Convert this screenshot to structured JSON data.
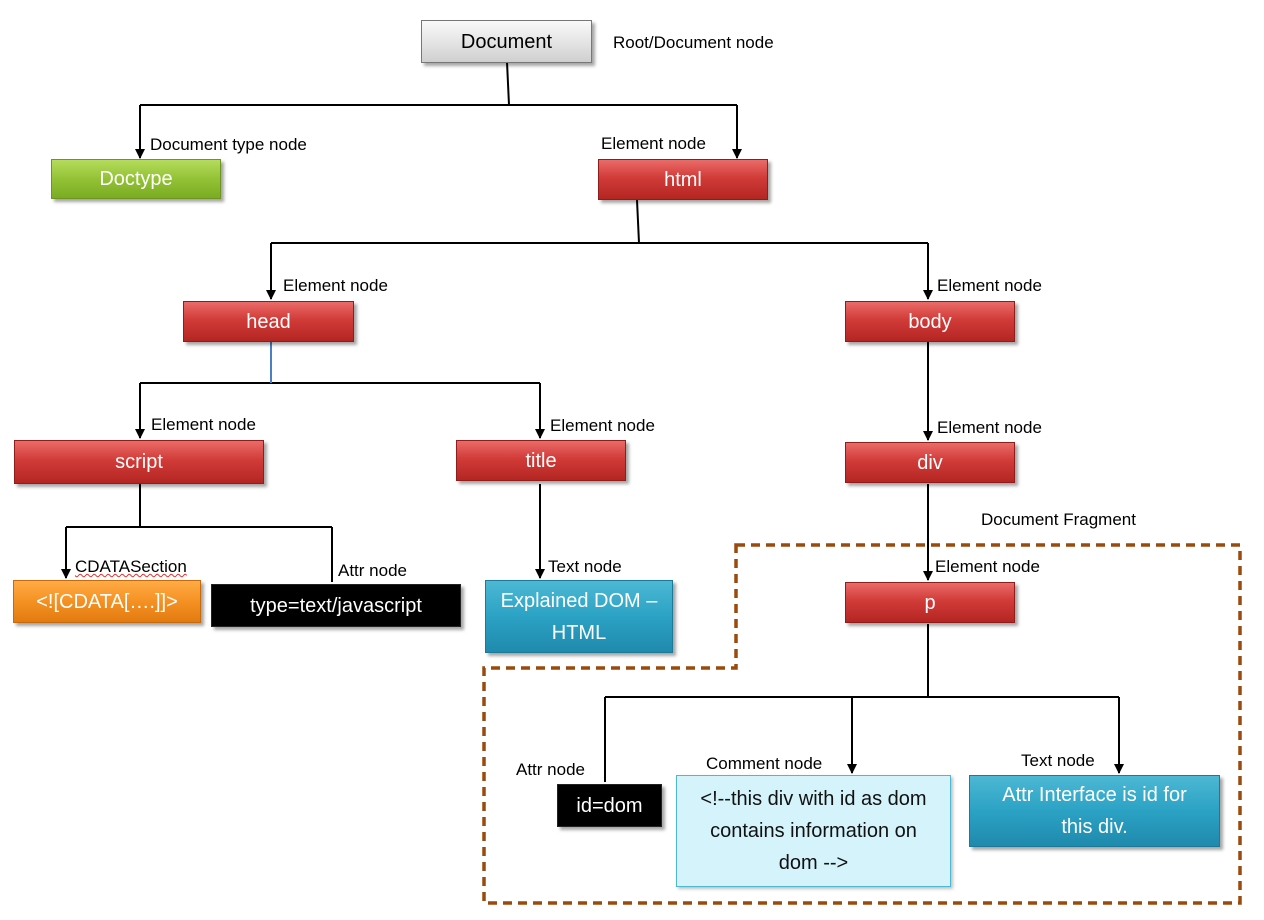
{
  "nodes": {
    "document": "Document",
    "doctype": "Doctype",
    "html": "html",
    "head": "head",
    "body": "body",
    "script": "script",
    "title": "title",
    "div": "div",
    "cdata": "<![CDATA[….]]>",
    "type_attr": "type=text/javascript",
    "explained": "Explained DOM – HTML",
    "p": "p",
    "id_attr": "id=dom",
    "comment": "<!--this div with id as dom contains information on dom -->",
    "attr_interface": "Attr Interface  is id for this div."
  },
  "labels": {
    "root": "Root/Document node",
    "doctype": "Document type node",
    "html": "Element node",
    "head": "Element node",
    "body": "Element node",
    "script": "Element node",
    "title": "Element node",
    "div": "Element node",
    "fragment": "Document Fragment",
    "p": "Element node",
    "cdata": "CDATASection",
    "type_attr": "Attr node",
    "title_text": "Text node",
    "id_attr": "Attr node",
    "comment": "Comment node",
    "p_text": "Text node"
  },
  "colors": {
    "element": "#d13b38",
    "doctype": "#93c236",
    "cdata": "#f59123",
    "attr": "#000000",
    "text": "#2ba2c4",
    "comment": "#d4f3fb",
    "fragment_border": "#9a4a0c"
  }
}
